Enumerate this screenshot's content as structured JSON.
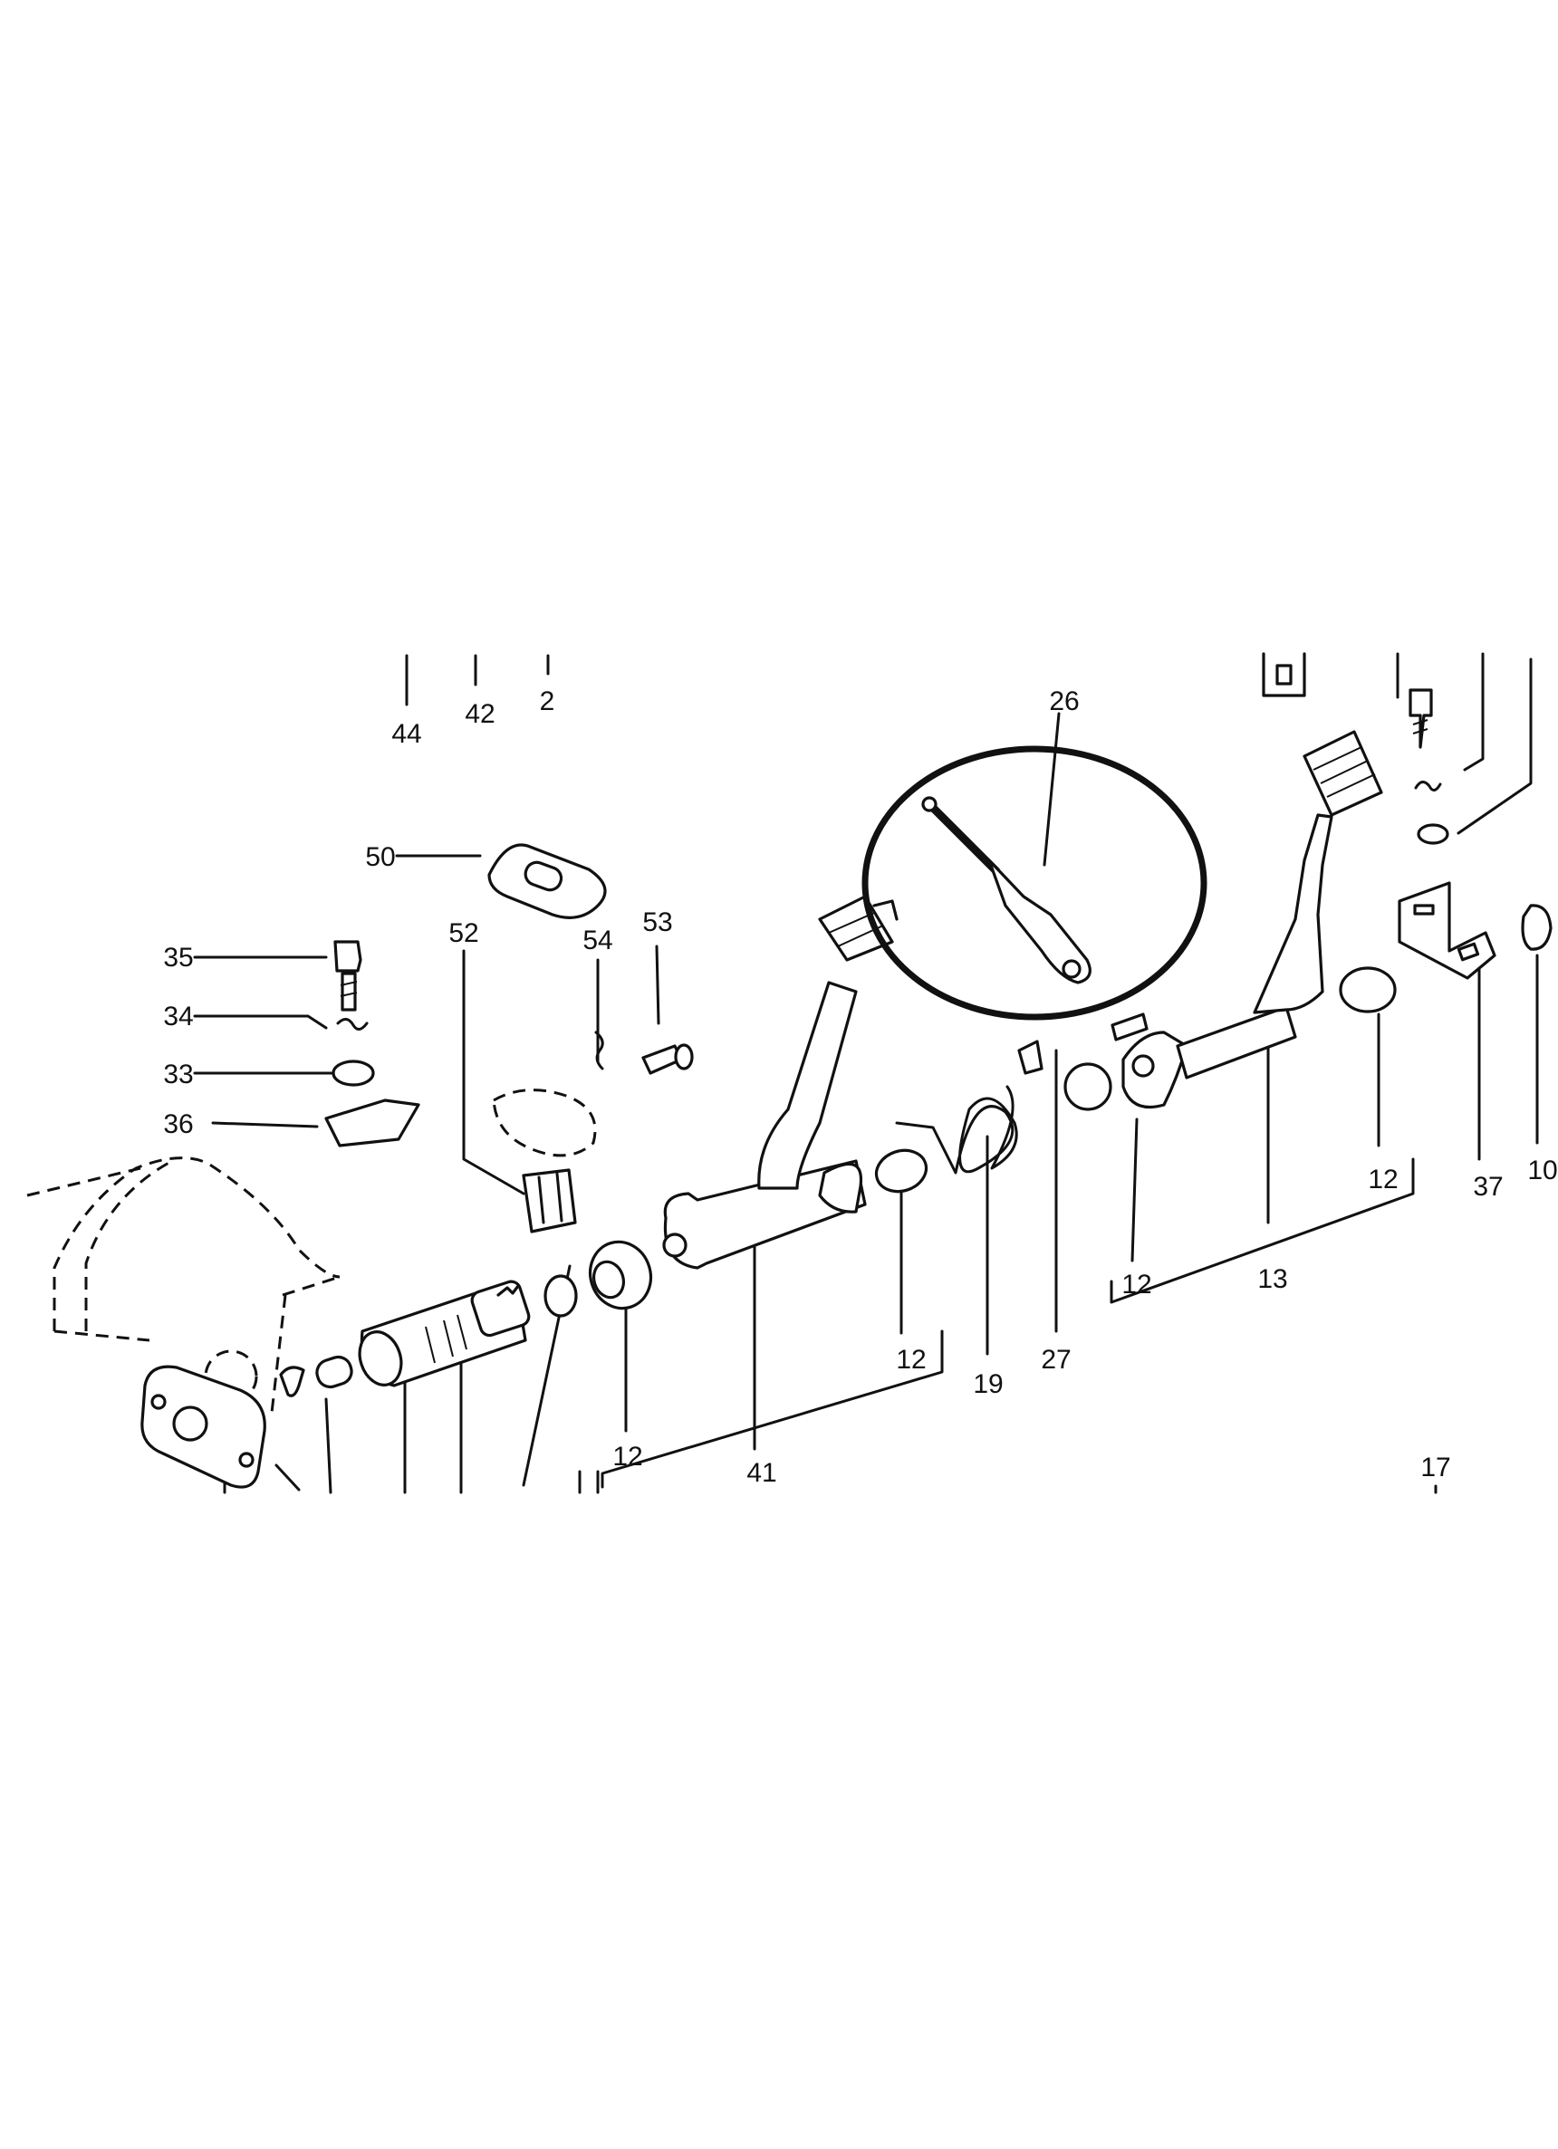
{
  "callouts": [
    {
      "id": "c44",
      "text": "44"
    },
    {
      "id": "c42",
      "text": "42"
    },
    {
      "id": "c2",
      "text": "2"
    },
    {
      "id": "c26",
      "text": "26"
    },
    {
      "id": "c50",
      "text": "50"
    },
    {
      "id": "c35",
      "text": "35"
    },
    {
      "id": "c34",
      "text": "34"
    },
    {
      "id": "c33",
      "text": "33"
    },
    {
      "id": "c36",
      "text": "36"
    },
    {
      "id": "c52",
      "text": "52"
    },
    {
      "id": "c54",
      "text": "54"
    },
    {
      "id": "c53",
      "text": "53"
    },
    {
      "id": "c41",
      "text": "41"
    },
    {
      "id": "c12a",
      "text": "12"
    },
    {
      "id": "c12b",
      "text": "12"
    },
    {
      "id": "c12c",
      "text": "12"
    },
    {
      "id": "c12d",
      "text": "12"
    },
    {
      "id": "c19",
      "text": "19"
    },
    {
      "id": "c27",
      "text": "27"
    },
    {
      "id": "c13",
      "text": "13"
    },
    {
      "id": "c37",
      "text": "37"
    },
    {
      "id": "c10",
      "text": "10"
    },
    {
      "id": "c17",
      "text": "17"
    }
  ]
}
